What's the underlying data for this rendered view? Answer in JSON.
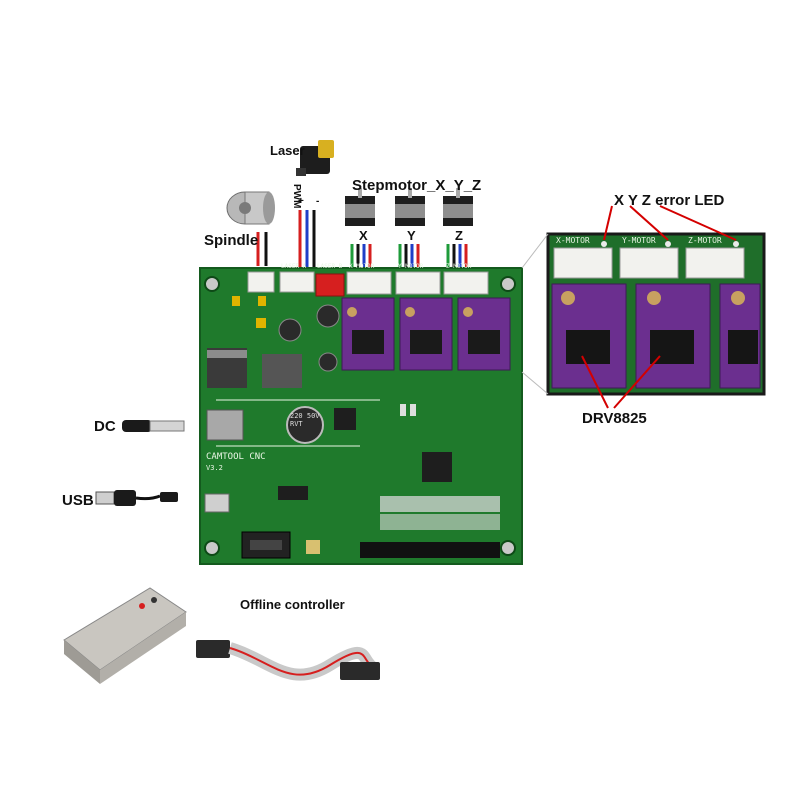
{
  "labels": {
    "laser": "Laser",
    "pwm": "PWM",
    "plus": "+",
    "minus": "-",
    "spindle": "Spindle",
    "stepmotor": "Stepmotor_X_Y_Z",
    "axis_x": "X",
    "axis_y": "Y",
    "axis_z": "Z",
    "dc": "DC",
    "usb": "USB",
    "error_led": "X Y Z error LED",
    "driver": "DRV8825",
    "offline_controller": "Offline controller"
  },
  "board": {
    "silkscreen_brand": "CAMTOOL CNC",
    "silkscreen_version": "V3.2",
    "capacitor_text": "220 50V RVT",
    "connector_laser_a": "LASER A",
    "connector_laser_b": "LASER B",
    "connector_x": "X-MOTOR",
    "connector_y": "Y-MOTOR",
    "connector_z": "Z-MOTOR"
  },
  "zoom_panel": {
    "connector_x": "X-MOTOR",
    "connector_y": "Y-MOTOR",
    "connector_z": "Z-MOTOR"
  },
  "colors": {
    "pcb_green": "#1f7a2c",
    "driver_purple": "#6b2f8f",
    "connector_white": "#f2f2ee",
    "wire_red": "#d61f1f",
    "wire_black": "#111111",
    "wire_blue": "#1f3ec7",
    "wire_green": "#1e9b3a",
    "annotation_red": "#d40000"
  }
}
